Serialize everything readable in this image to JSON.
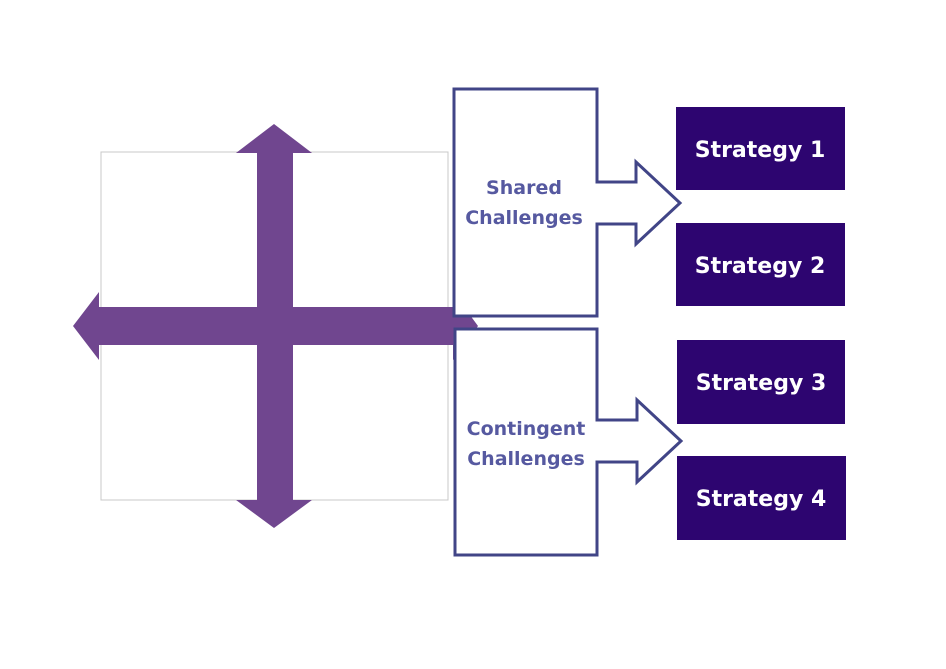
{
  "colors": {
    "cross_arrow": "#70468f",
    "callout_stroke": "#414587",
    "callout_text": "#5659a0",
    "strategy_fill": "#2d0570",
    "strategy_text": "#ffffff",
    "grid_stroke": "#c8c8c8"
  },
  "callouts": {
    "shared": {
      "line1": "Shared",
      "line2": "Challenges"
    },
    "contingent": {
      "line1": "Contingent",
      "line2": "Challenges"
    }
  },
  "strategies": [
    {
      "label": "Strategy 1"
    },
    {
      "label": "Strategy 2"
    },
    {
      "label": "Strategy 3"
    },
    {
      "label": "Strategy 4"
    }
  ]
}
